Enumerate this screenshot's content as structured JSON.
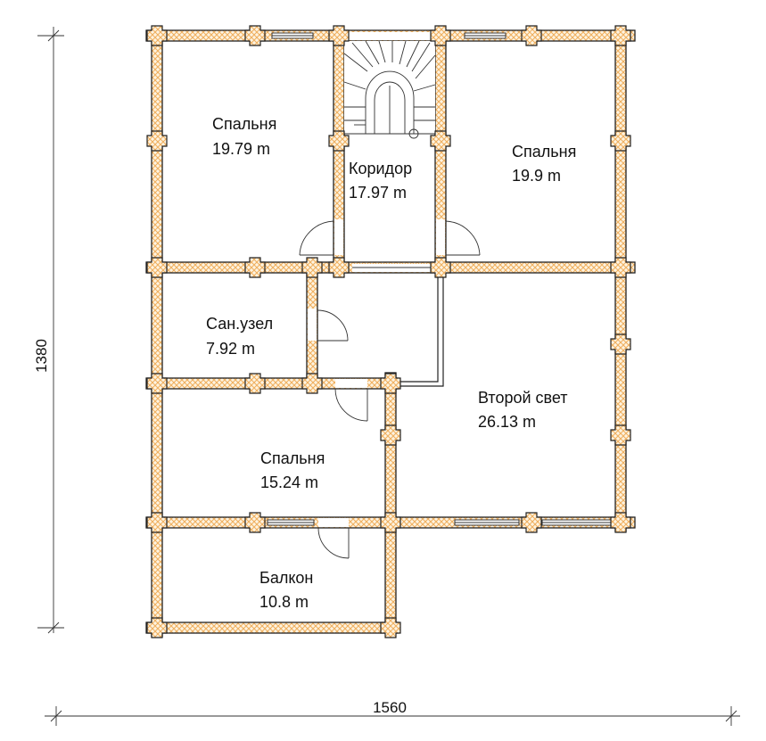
{
  "plan": {
    "rooms": [
      {
        "name": "Спальня",
        "area": "19.79 m"
      },
      {
        "name": "Коридор",
        "area": "17.97 m"
      },
      {
        "name": "Спальня",
        "area": "19.9 m"
      },
      {
        "name": "Сан.узел",
        "area": "7.92 m"
      },
      {
        "name": "Второй свет",
        "area": "26.13 m"
      },
      {
        "name": "Спальня",
        "area": "15.24 m"
      },
      {
        "name": "Балкон",
        "area": "10.8 m"
      }
    ],
    "dimensions": {
      "height": "1380",
      "width": "1560"
    },
    "colors": {
      "wall_hatch": "#f0b060",
      "wall_fill": "#fdf3e0",
      "outline": "#222222"
    }
  }
}
